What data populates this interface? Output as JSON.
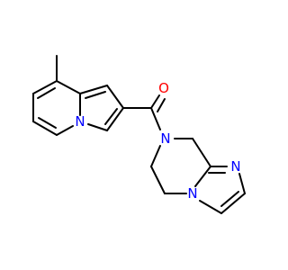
{
  "molecule": {
    "atoms": {
      "o1": {
        "symbol": "O",
        "color": "#ff0000"
      },
      "n1": {
        "symbol": "N",
        "color": "#0000ff"
      },
      "n2": {
        "symbol": "N",
        "color": "#0000ff"
      },
      "n3": {
        "symbol": "N",
        "color": "#0000ff"
      },
      "n4": {
        "symbol": "N",
        "color": "#0000ff"
      }
    },
    "bond_color": "#000000",
    "background": "#ffffff"
  }
}
